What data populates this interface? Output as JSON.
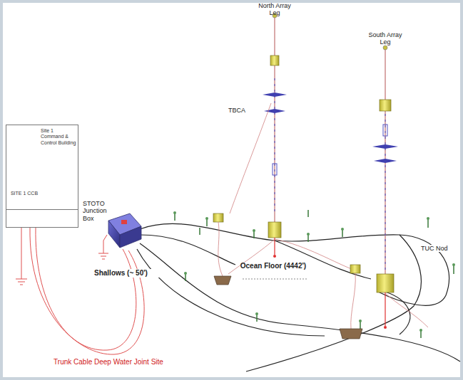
{
  "diagram": {
    "nodes": [
      {
        "text": [
          "Site 1 Command & Control Building",
          "SITE 1 CCB"
        ]
      },
      {
        "text": [
          "STOTO Junction Box"
        ]
      }
    ],
    "labels": [
      "North Array Leg",
      "South Array Leg",
      "TBCA",
      "Shallows (~ 50')",
      "Ocean Floor (4442')",
      "TUC Nod",
      "Trunk Cable Deep Water Joint Site"
    ]
  }
}
